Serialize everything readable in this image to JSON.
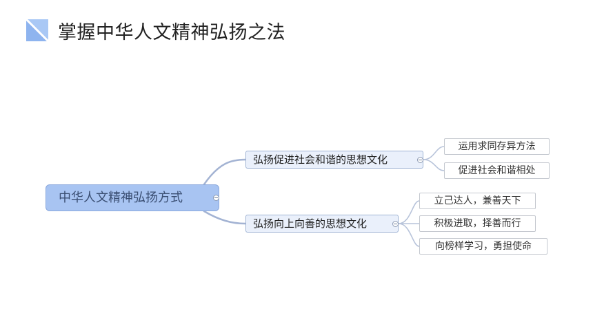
{
  "page": {
    "title": "掌握中华人文精神弘扬之法"
  },
  "mindmap": {
    "root": {
      "label": "中华人文精神弘扬方式"
    },
    "branches": [
      {
        "label": "弘扬促进社会和谐的思想文化",
        "children": [
          {
            "label": "运用求同存异方法"
          },
          {
            "label": "促进社会和谐相处"
          }
        ]
      },
      {
        "label": "弘扬向上向善的思想文化",
        "children": [
          {
            "label": "立己达人，兼善天下"
          },
          {
            "label": "积极进取，择善而行"
          },
          {
            "label": "向榜样学习，勇担使命"
          }
        ]
      }
    ]
  },
  "colors": {
    "title_icon": "#8eb4ef",
    "root_fill": "#a8c4f2",
    "branch_fill": "#eaf0fb",
    "connector": "#a3b3d3"
  }
}
